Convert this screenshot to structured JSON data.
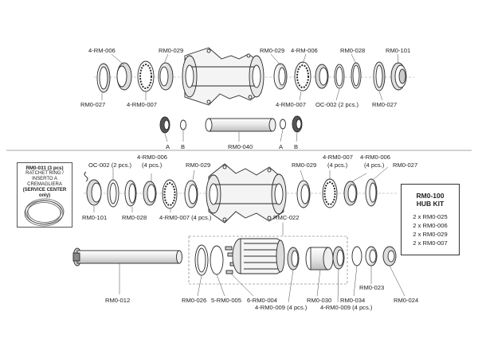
{
  "upper": {
    "labels": {
      "rm006_left": "4-RM-006",
      "rm029_left": "RM0-029",
      "rm029_mid": "RM0-029",
      "rm006_mid": "4-RM-006",
      "rm028": "RM0-028",
      "rm101": "RM0-101",
      "rm027_left": "RM0-027",
      "rm007_left": "4-RM0-007",
      "rm007_mid": "4-RM0-007",
      "oc002": "OC-002 (2 pcs.)",
      "rm027_right": "RM0-027",
      "rm040": "RM0-040",
      "a1": "A",
      "b1": "B",
      "a2": "A",
      "b2": "B"
    }
  },
  "lower": {
    "labels": {
      "oc002": "OC-002 (2 pcs.)",
      "rm006_a_line1": "4-RM0-006",
      "rm006_a_line2": "(4 pcs.)",
      "rm029_a": "RM0-029",
      "rm029_b": "RM0-029",
      "rm007_line1": "4-RM0-007",
      "rm007_line2": "(4 pcs.)",
      "rm006_b_line1": "4-RM0-006",
      "rm006_b_line2": "(4 pcs.)",
      "rm027": "RM0-027",
      "rm101": "RM0-101",
      "rm028": "RM0-028",
      "rm007_b": "4-RM0-007 (4 pcs.)",
      "rmc022": "RMC-022",
      "rm023": "RM0-023",
      "rm012": "RM0-012",
      "rm026": "RM0-026",
      "rm005": "5-RM0-005",
      "rm004": "6-RM0-004",
      "rm030": "RM0-030",
      "rm034": "RM0-034",
      "rm024": "RM0-024",
      "rm009_a": "4-RM0-009 (4 pcs.)",
      "rm009_b": "4-RM0-009 (4 pcs.)"
    }
  },
  "service_box": {
    "line1": "RM0-031 (3 pcs)",
    "line2": "RATCHET RING /",
    "line3": "INSERTO A",
    "line4": "CREMAGLIERA",
    "line5": "(SERVICE CENTER only)"
  },
  "hub_kit": {
    "title1": "RM0-100",
    "title2": "HUB KIT",
    "items": [
      "2 x RM0-025",
      "2 x RM0-006",
      "2 x RM0-029",
      "2 x RM0-007"
    ]
  },
  "colors": {
    "line": "#2a2a2a",
    "fill": "#f2f2f2",
    "shade": "#cfcfcf"
  }
}
